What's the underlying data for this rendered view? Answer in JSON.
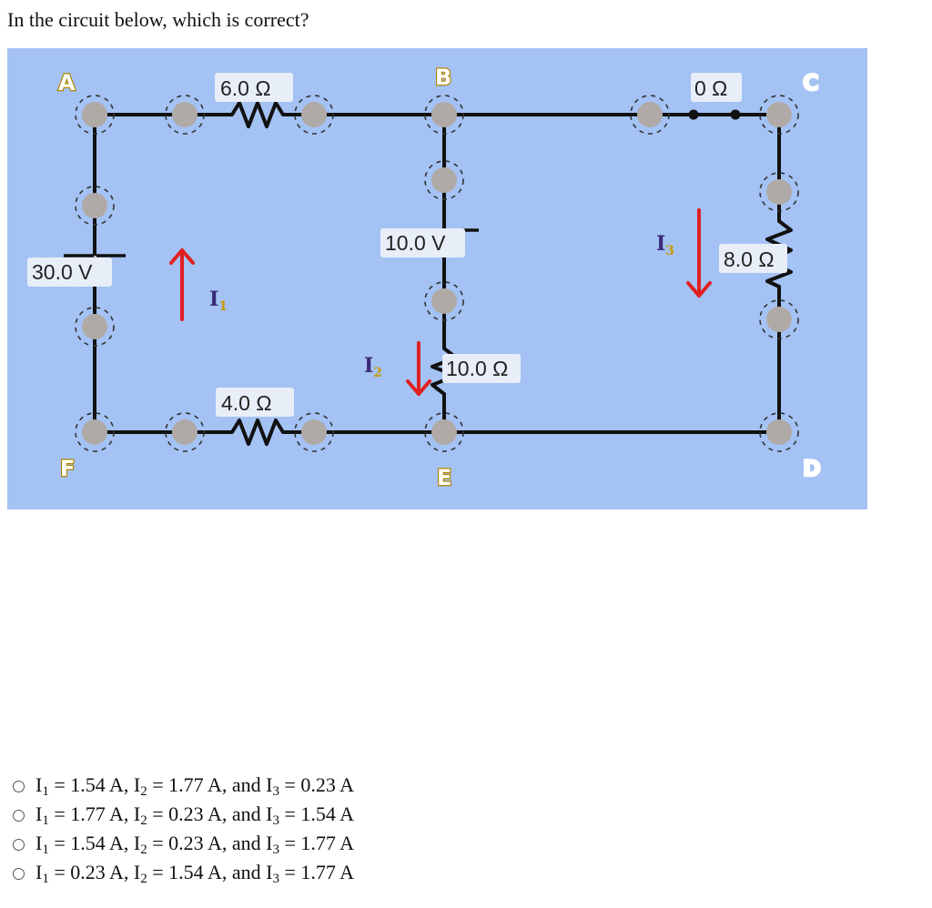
{
  "question": "In the circuit below, which is correct?",
  "circuit": {
    "background": "#a4c2f4",
    "nodes": {
      "a": "A",
      "b": "B",
      "c": "C",
      "d": "D",
      "e": "E",
      "f": "F"
    },
    "node_colors": {
      "a": "#f0c42a",
      "b": "#f0c42a",
      "c": "#3f6ad8",
      "d": "#3f6ad8",
      "e": "#f0c42a",
      "f": "#f0c42a"
    },
    "labels": {
      "r_ab": "6.0 Ω",
      "r_bc": "0 Ω",
      "r_fe": "4.0 Ω",
      "r_be": "10.0 Ω",
      "r_cd": "8.0 Ω",
      "v_be": "10.0 V",
      "v_af": "30.0 V"
    },
    "currents": {
      "i1": {
        "letter": "I",
        "sub": "1"
      },
      "i2": {
        "letter": "I",
        "sub": "2"
      },
      "i3": {
        "letter": "I",
        "sub": "3"
      }
    },
    "arrow_color": "#e02020"
  },
  "options": [
    {
      "sym1": "I",
      "s1": "1",
      "v1": " = 1.54 A, ",
      "sym2": "I",
      "s2": "2",
      "v2": " = 1.77 A, and ",
      "sym3": "I",
      "s3": "3",
      "v3": " = 0.23 A"
    },
    {
      "sym1": "I",
      "s1": "1",
      "v1": " = 1.77 A, ",
      "sym2": "I",
      "s2": "2",
      "v2": " = 0.23 A, and ",
      "sym3": "I",
      "s3": "3",
      "v3": " = 1.54 A"
    },
    {
      "sym1": "I",
      "s1": "1",
      "v1": " = 1.54 A, ",
      "sym2": "I",
      "s2": "2",
      "v2": " = 0.23 A, and ",
      "sym3": "I",
      "s3": "3",
      "v3": " = 1.77 A"
    },
    {
      "sym1": "I",
      "s1": "1",
      "v1": " = 0.23 A, ",
      "sym2": "I",
      "s2": "2",
      "v2": " = 1.54 A, and ",
      "sym3": "I",
      "s3": "3",
      "v3": " = 1.77 A"
    }
  ]
}
